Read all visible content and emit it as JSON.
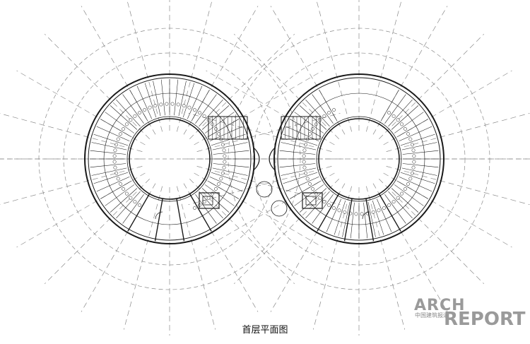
{
  "caption": "首层平面图",
  "logo": {
    "line1": "ARCH",
    "line2_cn": "中国建筑报道",
    "line3": "REPORT"
  },
  "colors": {
    "line": "#1a1a1a",
    "grid": "#8a8a8a",
    "logo": "#9a9a9a"
  }
}
